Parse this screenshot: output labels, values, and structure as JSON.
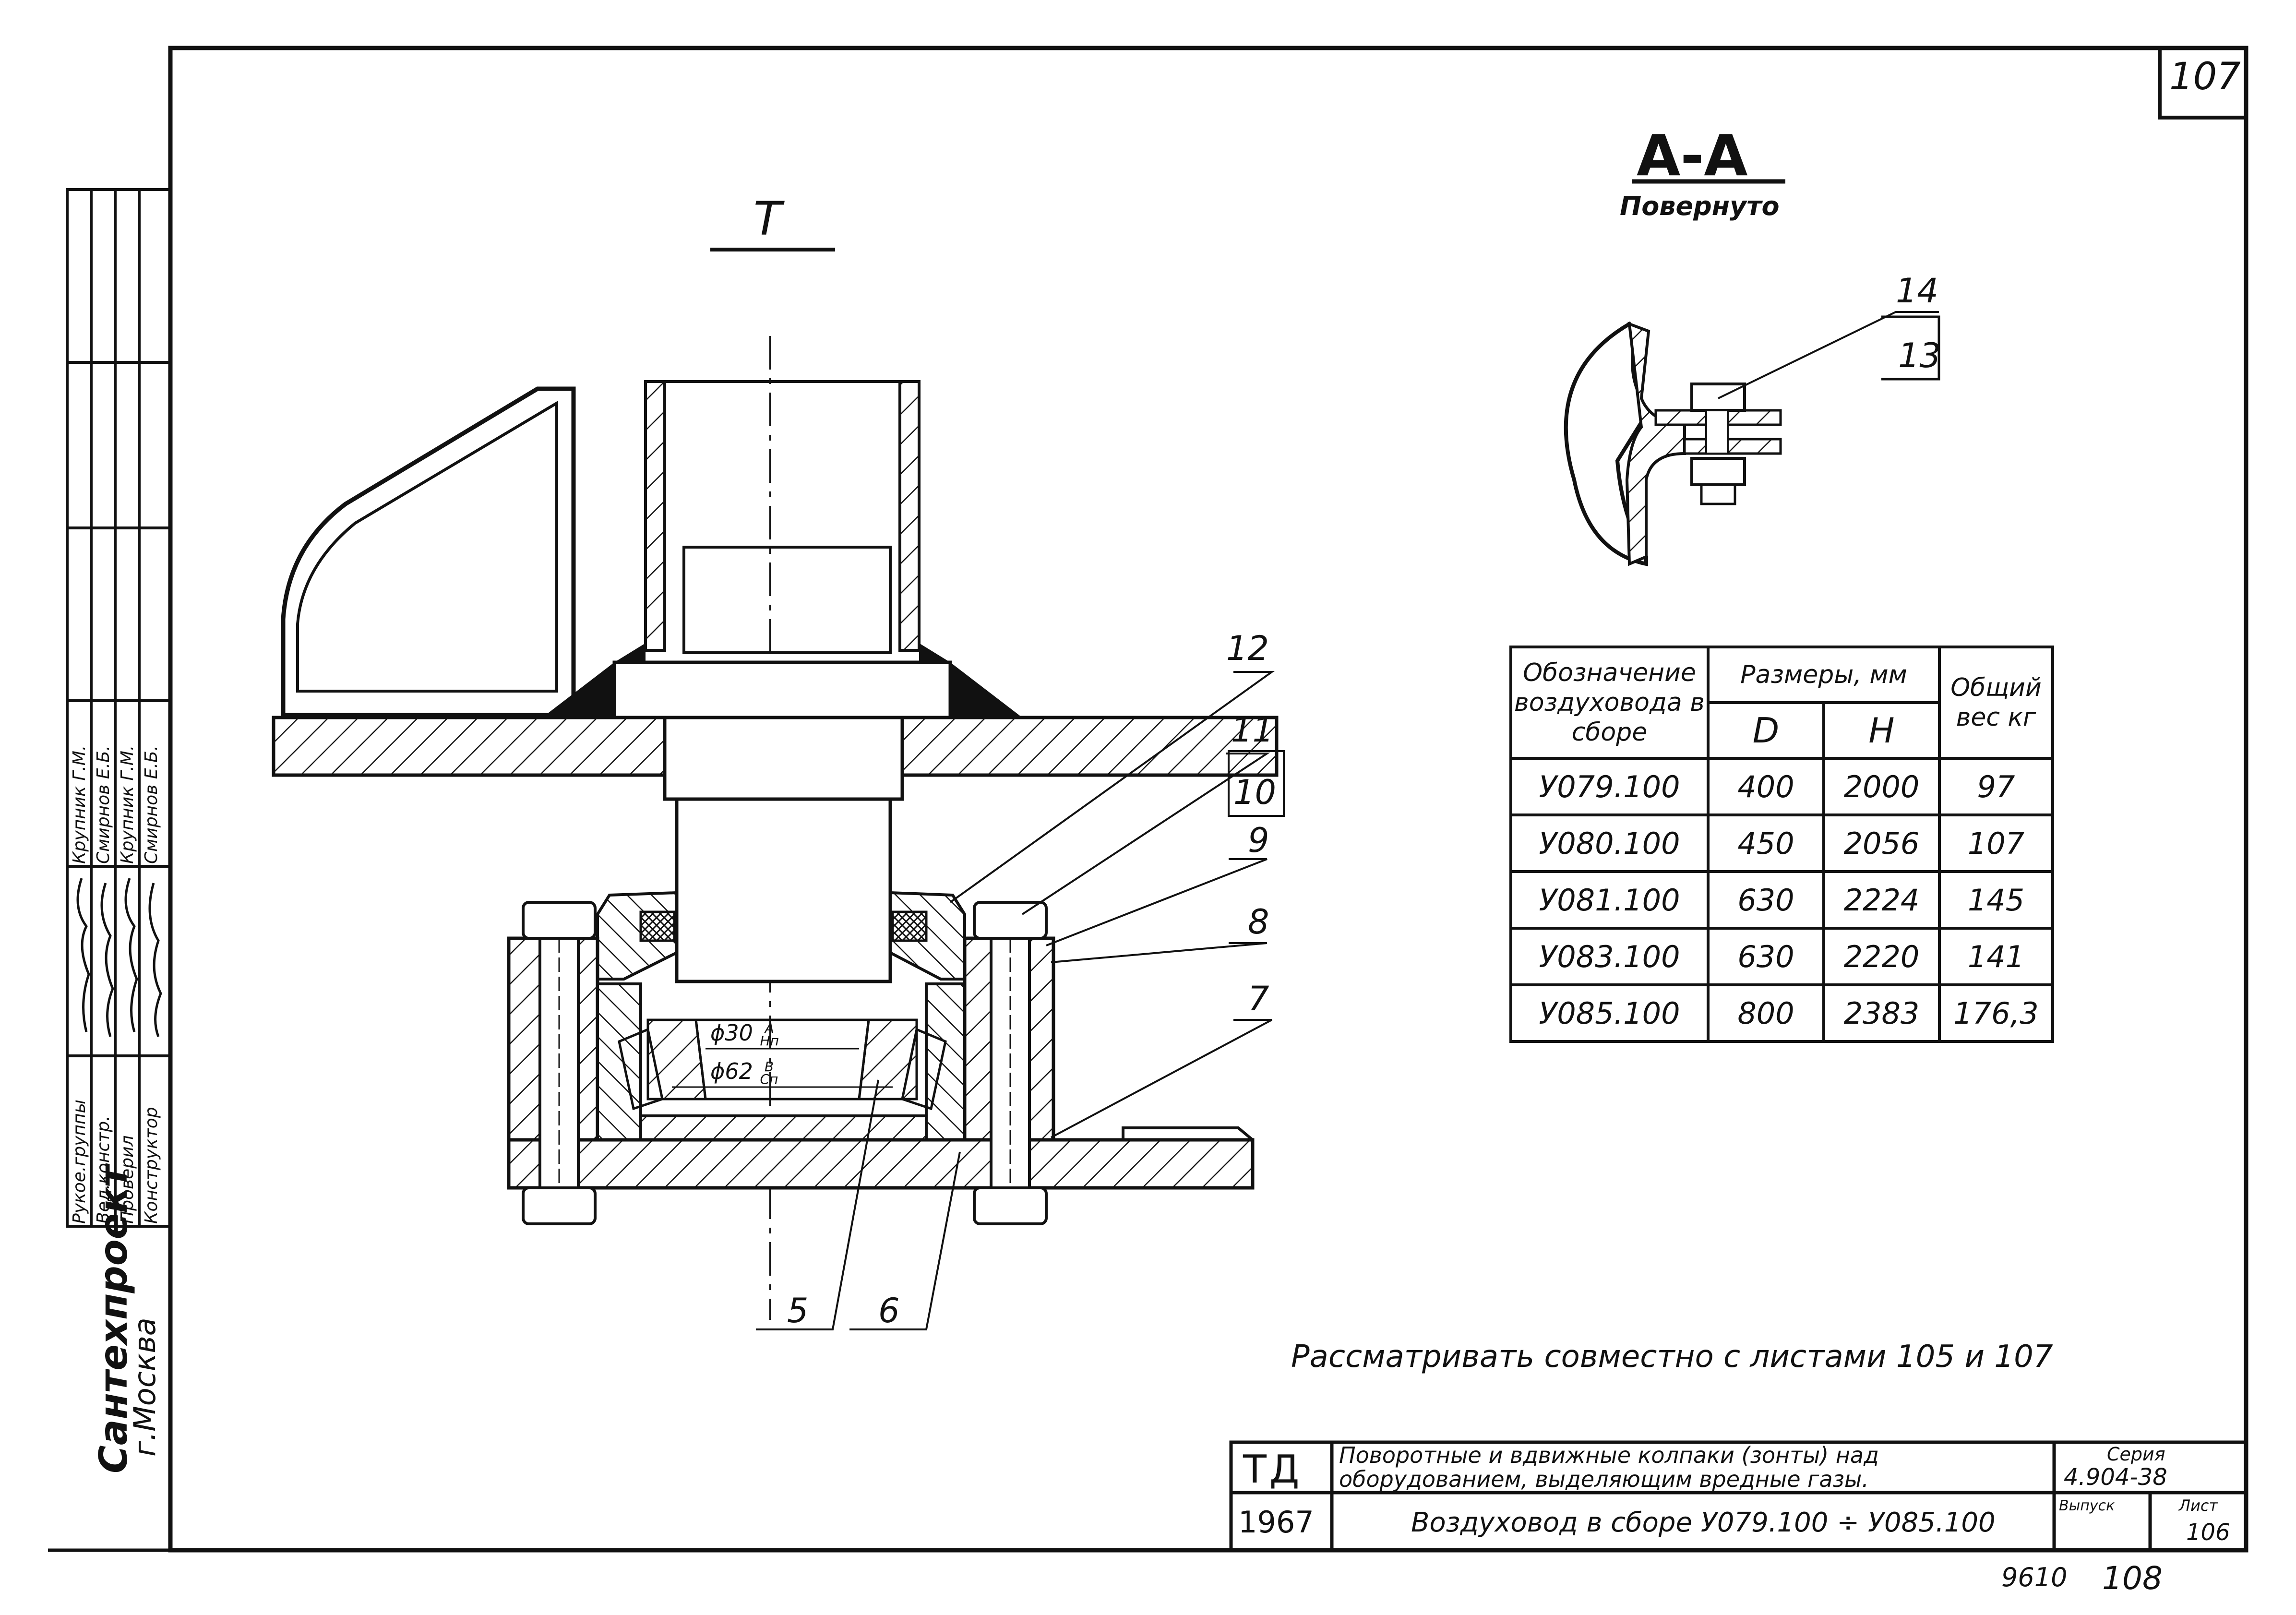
{
  "sheet_number": "107",
  "view_t_label": "T",
  "section": {
    "title": "А-А",
    "subtitle": "Повернуто"
  },
  "callouts": [
    "14",
    "13",
    "12",
    "11",
    "10",
    "9",
    "8",
    "7",
    "5",
    "6"
  ],
  "dims": {
    "d30": "ϕ30",
    "d30_fit": "А",
    "d30_fit2": "Нп",
    "d62": "ϕ62",
    "d62_fit": "В",
    "d62_fit2": "Сп"
  },
  "table": {
    "h_designation": "Обозначение воздуховода в сборе",
    "h_dims": "Размеры, мм",
    "h_D": "D",
    "h_H": "H",
    "h_weight": "Общий вес кг",
    "rows": [
      {
        "code": "У079.100",
        "D": "400",
        "H": "2000",
        "w": "97"
      },
      {
        "code": "У080.100",
        "D": "450",
        "H": "2056",
        "w": "107"
      },
      {
        "code": "У081.100",
        "D": "630",
        "H": "2224",
        "w": "145"
      },
      {
        "code": "У083.100",
        "D": "630",
        "H": "2220",
        "w": "141"
      },
      {
        "code": "У085.100",
        "D": "800",
        "H": "2383",
        "w": "176,3"
      }
    ]
  },
  "note": "Рассматривать совместно с листами 105 и 107",
  "title_block": {
    "org_mark": "ТД",
    "year": "1967",
    "subject_line1": "Поворотные и вдвижные колпаки (зонты) над",
    "subject_line2": "оборудованием, выделяющим вредные газы.",
    "drawing_title": "Воздуховод в сборе У079.100 ÷ У085.100",
    "series_label": "Серия",
    "series_value": "4.904-38",
    "issue_label": "Выпуск",
    "sheet_label": "Лист",
    "sheet_value": "106"
  },
  "side_stamp": {
    "org": "Сантехпроект",
    "city": "г.Москва",
    "roles": [
      "Рукое.группы",
      "Вед.констр.",
      "Проверил",
      "Конструктор"
    ],
    "names": [
      "Крупник Г.М.",
      "Смирнов Е.Б.",
      "Крупник Г.М.",
      "Смирнов Е.Б."
    ]
  },
  "archive_number": "9610",
  "page_number": "108"
}
